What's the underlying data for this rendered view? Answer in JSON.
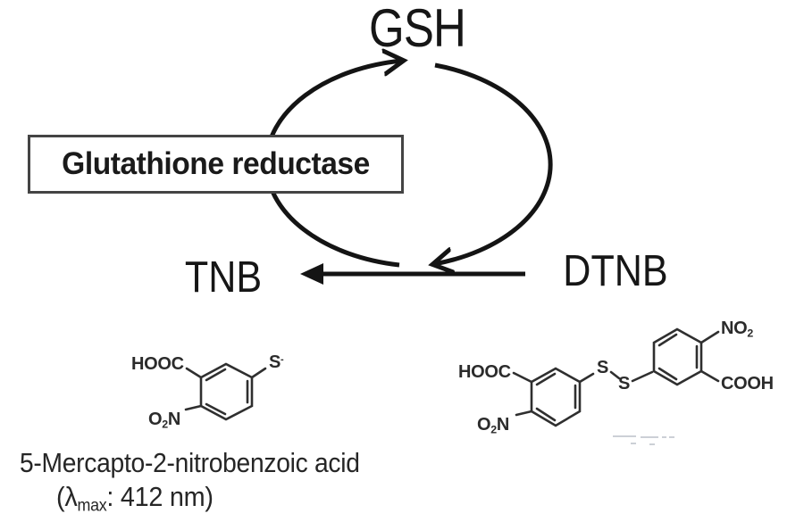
{
  "cycle": {
    "gsh": "GSH",
    "enzyme": "Glutathione reductase",
    "tnb": "TNB",
    "dtnb": "DTNB"
  },
  "tnb_structure": {
    "hooc": "HOOC",
    "thiolate_base": "S",
    "thiolate_charge": "-",
    "nitro": {
      "pre": "O",
      "sub": "2",
      "post": "N"
    }
  },
  "dtnb_structure": {
    "hooc": "HOOC",
    "nitro_left": {
      "pre": "O",
      "sub": "2",
      "post": "N"
    },
    "s1": "S",
    "s2": "S",
    "nitro_right": {
      "pre": "NO",
      "sub": "2",
      "post": ""
    },
    "cooh": "COOH"
  },
  "caption": {
    "line1": "5-Mercapto-2-nitrobenzoic acid",
    "lambda": {
      "pre": "(λ",
      "sub": "max",
      "post": ": 412 nm)"
    }
  },
  "colors": {
    "arrow": "#141414",
    "structure": "#2f2f2f",
    "background": "#ffffff"
  }
}
